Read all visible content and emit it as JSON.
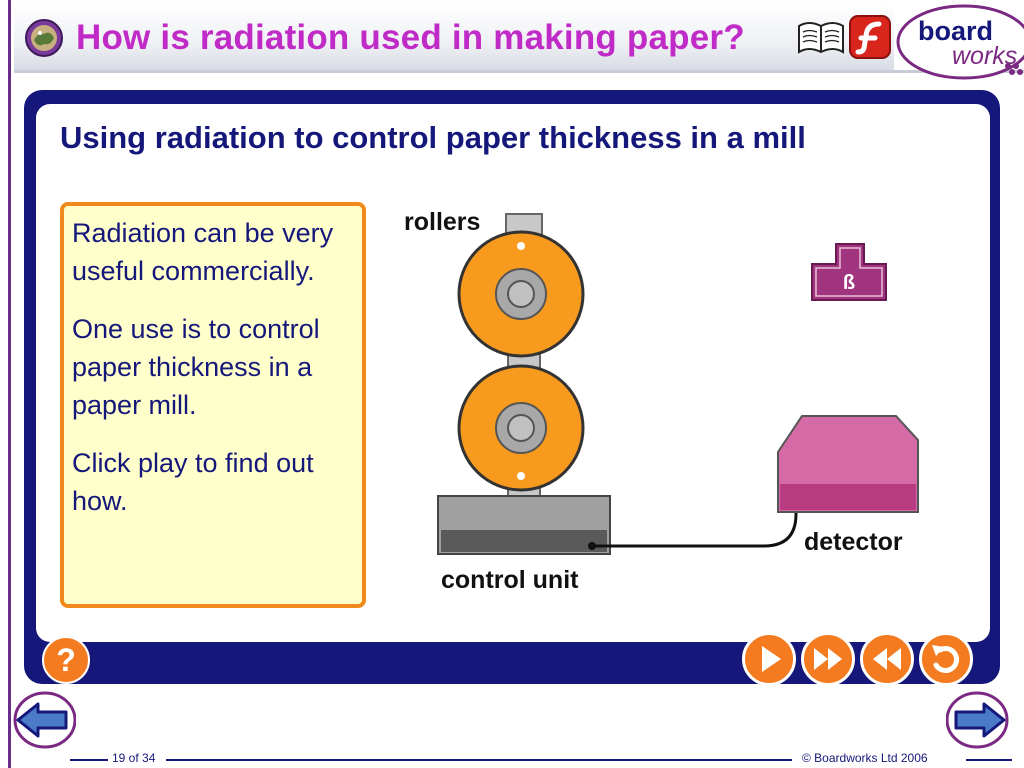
{
  "header": {
    "title": "How is radiation used in making paper?",
    "logo_line1": "board",
    "logo_line2": "works"
  },
  "panel": {
    "heading": "Using radiation to control paper thickness in a mill",
    "info_paragraphs": [
      "Radiation can be very useful commercially.",
      "One use is to control paper thickness in a paper mill.",
      "Click play to find out how."
    ]
  },
  "diagram": {
    "rollers_label": "rollers",
    "control_unit_label": "control unit",
    "detector_label": "detector",
    "source_symbol": "ß"
  },
  "controls": {
    "help_label": "?",
    "buttons": [
      "play-icon",
      "fast-forward-icon",
      "rewind-icon",
      "reset-icon"
    ]
  },
  "footer": {
    "slide_counter": "19 of 34",
    "copyright": "© Boardworks Ltd 2006"
  },
  "colors": {
    "navy": "#15187a",
    "title_magenta": "#c02bc8",
    "orange": "#f47b20",
    "box_fill": "#ffffcc",
    "detector_pink": "#c9619b",
    "source_purple": "#9c2f7a"
  }
}
